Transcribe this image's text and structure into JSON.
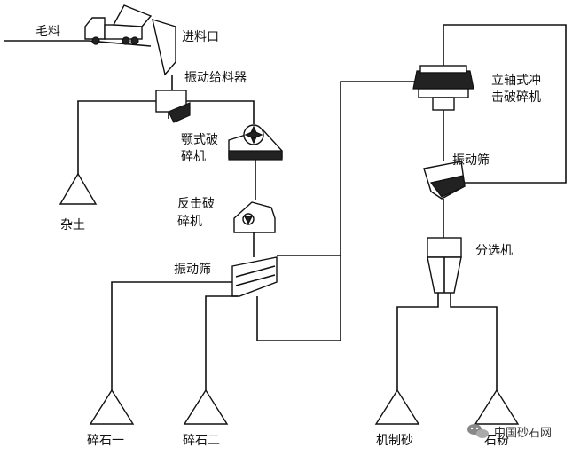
{
  "labels": {
    "raw_material": "毛料",
    "feed_inlet": "进料口",
    "vibrating_feeder": "振动给料器",
    "jaw_crusher_line1": "颚式破",
    "jaw_crusher_line2": "碎机",
    "impact_crusher_line1": "反击破",
    "impact_crusher_line2": "碎机",
    "vibrating_screen_1": "振动筛",
    "vsi_crusher_line1": "立轴式冲",
    "vsi_crusher_line2": "击破碎机",
    "vibrating_screen_2": "振动筛",
    "classifier": "分选机"
  },
  "outputs": {
    "debris": "杂土",
    "gravel_1": "碎石一",
    "gravel_2": "碎石二",
    "machine_sand": "机制砂",
    "powder": "石粉"
  },
  "watermark": {
    "icon": "wechat-icon",
    "text": "中国砂石网"
  }
}
